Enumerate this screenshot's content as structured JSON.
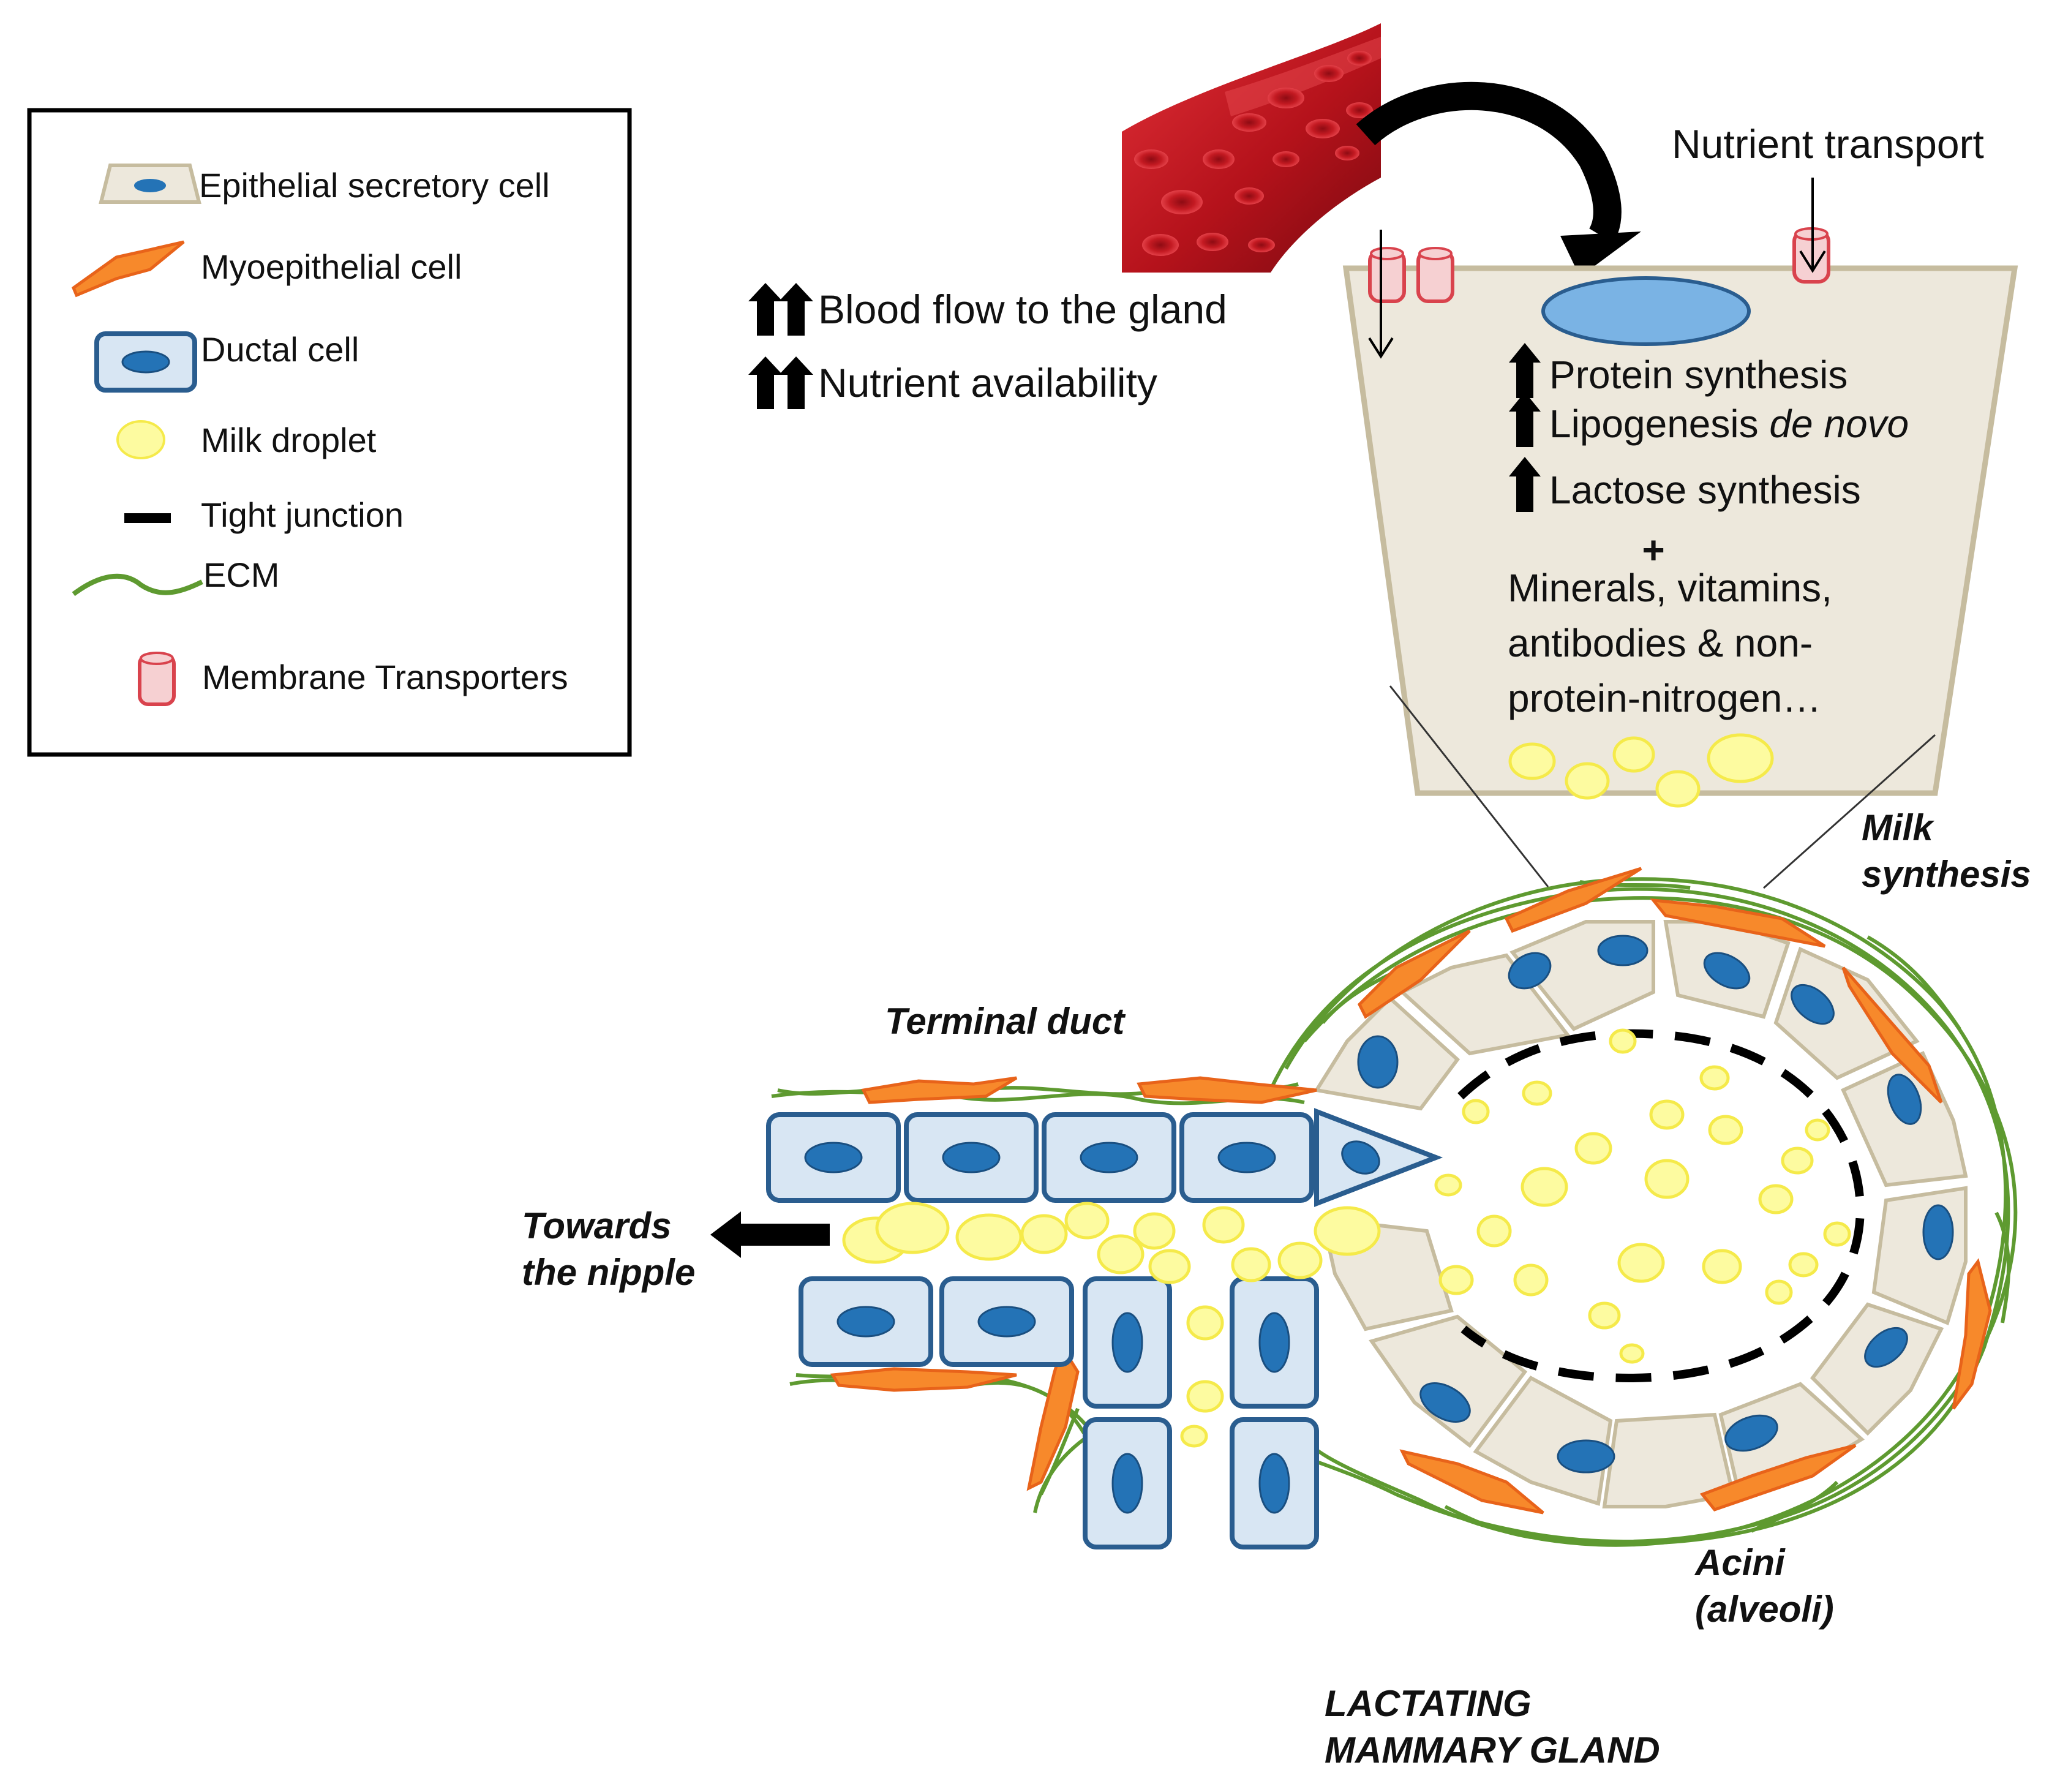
{
  "legend": {
    "items": [
      {
        "label": "Epithelial secretory cell",
        "icon": "epithelial-cell-icon"
      },
      {
        "label": "Myoepithelial  cell",
        "icon": "myoepithelial-cell-icon"
      },
      {
        "label": "Ductal cell",
        "icon": "ductal-cell-icon"
      },
      {
        "label": "Milk droplet",
        "icon": "milk-droplet-icon"
      },
      {
        "label": "Tight junction",
        "icon": "tight-junction-icon"
      },
      {
        "label": "ECM",
        "icon": "ecm-icon"
      },
      {
        "label": "Membrane  Transporters",
        "icon": "membrane-transporter-icon"
      }
    ]
  },
  "top": {
    "blood_flow": "Blood flow to the gland",
    "nutrient_availability": "Nutrient availability",
    "nutrient_transport": "Nutrient transport"
  },
  "cell": {
    "protein": "Protein synthesis",
    "lipogenesis": "Lipogenesis ",
    "lipogenesis_italic": "de novo",
    "lactose": "Lactose synthesis",
    "plus": "+",
    "minerals_1": "Minerals, vitamins,",
    "minerals_2": "antibodies & non-",
    "minerals_3": "protein-nitrogen…"
  },
  "labels": {
    "milk_synthesis_1": "Milk",
    "milk_synthesis_2": "synthesis",
    "terminal_duct": "Terminal duct",
    "towards_1": "Towards",
    "towards_2": "the nipple",
    "acini_1": "Acini",
    "acini_2": "(alveoli)",
    "gland_1": "LACTATING",
    "gland_2": "MAMMARY GLAND"
  },
  "colors": {
    "epithelial_fill": "#ede8dc",
    "epithelial_stroke": "#c6bc9f",
    "nucleus": "#2473b6",
    "nucleus_light": "#7ab3e4",
    "ductal_fill": "#d8e6f3",
    "ductal_stroke": "#2a5d8f",
    "myo_fill": "#f7892b",
    "myo_stroke": "#e8631a",
    "milk_fill": "#fdfba0",
    "milk_stroke": "#f5ea4a",
    "ecm": "#5e9a30",
    "transporter_fill": "#f6d0d2",
    "transporter_stroke": "#d9434d",
    "blood": "#c9161f"
  }
}
